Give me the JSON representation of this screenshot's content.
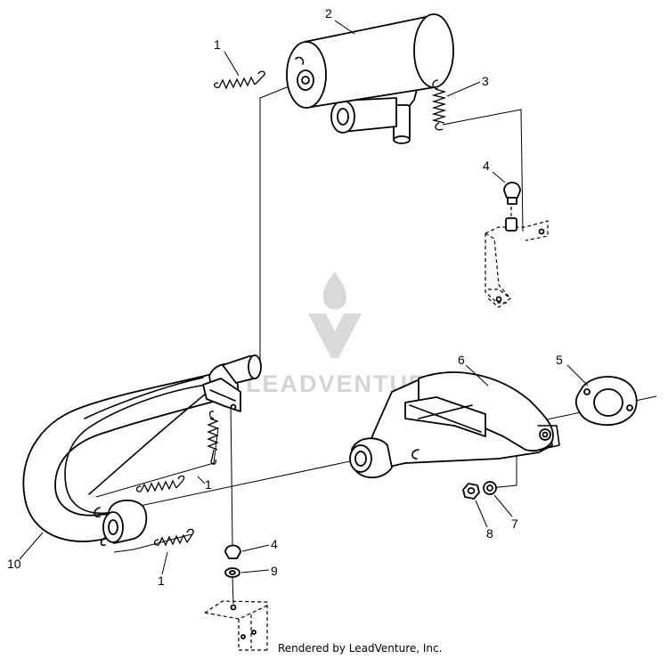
{
  "watermark": {
    "text": "LEADVENTURE"
  },
  "footer": {
    "text": "Rendered by LeadVenture, Inc."
  },
  "callouts": [
    {
      "id": "c1a",
      "label": "1"
    },
    {
      "id": "c2",
      "label": "2"
    },
    {
      "id": "c3",
      "label": "3"
    },
    {
      "id": "c4a",
      "label": "4"
    },
    {
      "id": "c5",
      "label": "5"
    },
    {
      "id": "c6",
      "label": "6"
    },
    {
      "id": "c1b",
      "label": "1"
    },
    {
      "id": "c10",
      "label": "10"
    },
    {
      "id": "c1c",
      "label": "1"
    },
    {
      "id": "c8",
      "label": "8"
    },
    {
      "id": "c7",
      "label": "7"
    },
    {
      "id": "c4b",
      "label": "4"
    },
    {
      "id": "c9",
      "label": "9"
    }
  ]
}
